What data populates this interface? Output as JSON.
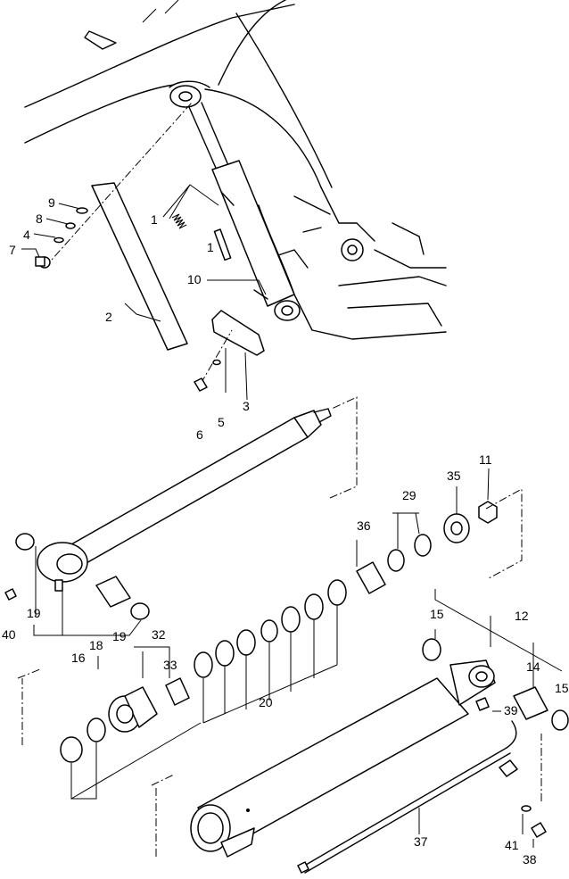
{
  "callouts": [
    {
      "id": "c1a",
      "text": "1"
    },
    {
      "id": "c1b",
      "text": "1"
    },
    {
      "id": "c2",
      "text": "2"
    },
    {
      "id": "c3",
      "text": "3"
    },
    {
      "id": "c4",
      "text": "4"
    },
    {
      "id": "c5",
      "text": "5"
    },
    {
      "id": "c6",
      "text": "6"
    },
    {
      "id": "c7",
      "text": "7"
    },
    {
      "id": "c8",
      "text": "8"
    },
    {
      "id": "c9",
      "text": "9"
    },
    {
      "id": "c10",
      "text": "10"
    },
    {
      "id": "c11",
      "text": "11"
    },
    {
      "id": "c12",
      "text": "12"
    },
    {
      "id": "c14",
      "text": "14"
    },
    {
      "id": "c15a",
      "text": "15"
    },
    {
      "id": "c15b",
      "text": "15"
    },
    {
      "id": "c16",
      "text": "16"
    },
    {
      "id": "c18",
      "text": "18"
    },
    {
      "id": "c19a",
      "text": "19"
    },
    {
      "id": "c19b",
      "text": "19"
    },
    {
      "id": "c20",
      "text": "20"
    },
    {
      "id": "c29",
      "text": "29"
    },
    {
      "id": "c32",
      "text": "32"
    },
    {
      "id": "c33",
      "text": "33"
    },
    {
      "id": "c35",
      "text": "35"
    },
    {
      "id": "c36",
      "text": "36"
    },
    {
      "id": "c37",
      "text": "37"
    },
    {
      "id": "c38",
      "text": "38"
    },
    {
      "id": "c39",
      "text": "39"
    },
    {
      "id": "c40",
      "text": "40"
    },
    {
      "id": "c41",
      "text": "41"
    }
  ]
}
